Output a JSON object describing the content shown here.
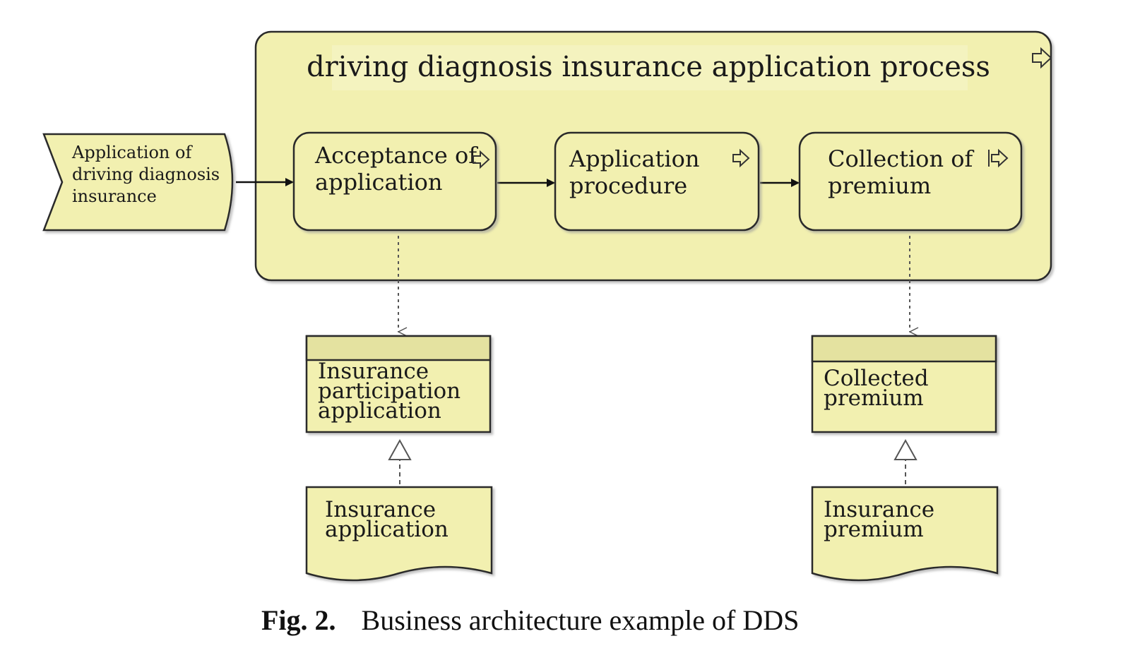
{
  "diagram": {
    "container": {
      "title": "driving diagnosis insurance application process"
    },
    "event": {
      "lines": [
        "Application of",
        "driving diagnosis",
        "insurance"
      ]
    },
    "processes": [
      {
        "lines": [
          "Acceptance of",
          "application"
        ]
      },
      {
        "lines": [
          "Application",
          "procedure"
        ]
      },
      {
        "lines": [
          "Collection of",
          "premium"
        ]
      }
    ],
    "objects": [
      {
        "lines": [
          "Insurance",
          "participation",
          "application"
        ]
      },
      {
        "lines": [
          "Collected",
          "premium"
        ]
      }
    ],
    "representations": [
      {
        "lines": [
          "Insurance",
          "application"
        ]
      },
      {
        "lines": [
          "Insurance",
          "premium"
        ]
      }
    ]
  },
  "caption": {
    "label": "Fig. 2.",
    "text": "Business architecture example of DDS"
  },
  "colors": {
    "fill": "#f2f0b0",
    "header": "#e4e2a0",
    "stroke": "#2a2a2a",
    "shadow": "#b8b8a0"
  }
}
